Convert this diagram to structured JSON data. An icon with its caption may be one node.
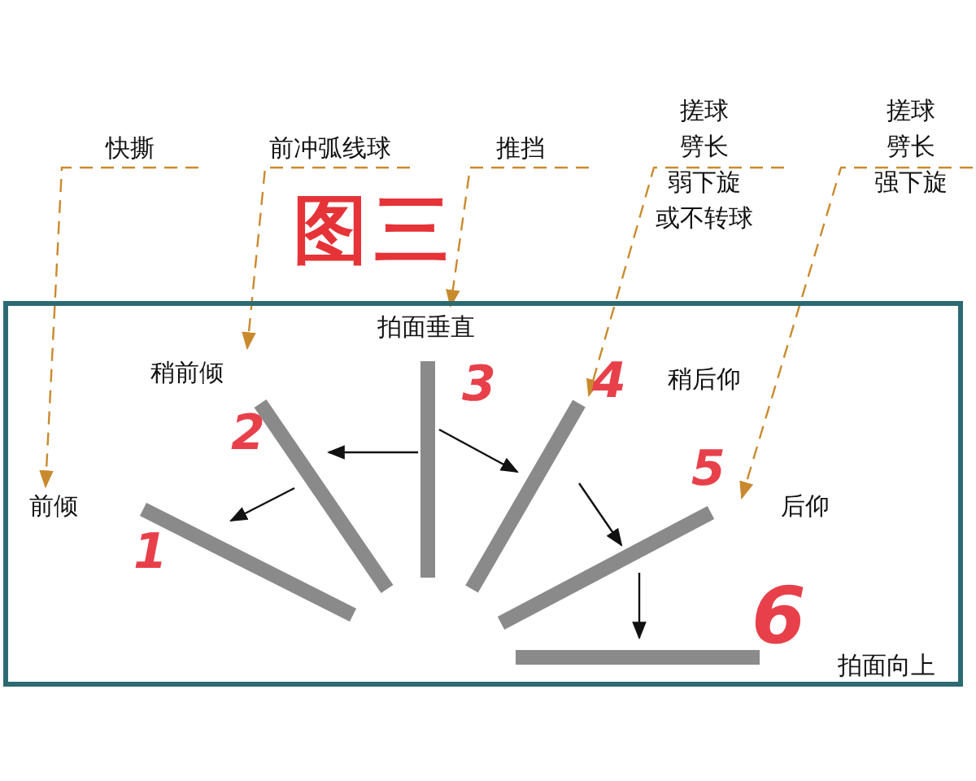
{
  "diagram": {
    "title": "图三",
    "nodes": [
      {
        "text": [
          "快撕"
        ]
      },
      {
        "text": [
          "前冲弧线球"
        ]
      },
      {
        "text": [
          "推挡"
        ]
      },
      {
        "text": [
          "搓球",
          "劈长",
          "弱下旋",
          "或不转球"
        ]
      },
      {
        "text": [
          "搓球",
          "劈长",
          "强下旋"
        ]
      },
      {
        "text": [],
        "shape": "box"
      },
      {
        "text": [
          "拍面垂直"
        ],
        "in": 5
      },
      {
        "text": [
          "稍前倾"
        ],
        "in": 5
      },
      {
        "text": [
          "稍后仰"
        ],
        "in": 5
      },
      {
        "text": [
          "前倾"
        ],
        "in": 5
      },
      {
        "text": [
          "后仰"
        ],
        "in": 5
      },
      {
        "text": [
          "拍面向上"
        ],
        "in": 5
      },
      {
        "text": [],
        "shape": "bar",
        "in": 5
      },
      {
        "text": [],
        "shape": "bar",
        "in": 5
      },
      {
        "text": [],
        "shape": "bar",
        "in": 5
      },
      {
        "text": [],
        "shape": "bar",
        "in": 5
      },
      {
        "text": [],
        "shape": "bar",
        "in": 5
      },
      {
        "text": [],
        "shape": "bar",
        "in": 5
      }
    ],
    "edges": [
      {
        "from": 0,
        "to": 9,
        "arrow": "to",
        "style": "dashed",
        "color": "#c98a2e"
      },
      {
        "from": 1,
        "to": 7,
        "arrow": "to",
        "style": "dashed",
        "color": "#c98a2e"
      },
      {
        "from": 2,
        "to": 6,
        "arrow": "to",
        "style": "dashed",
        "color": "#c98a2e"
      },
      {
        "from": 3,
        "to": 15,
        "arrow": "to",
        "style": "dashed",
        "color": "#c98a2e"
      },
      {
        "from": 4,
        "to": 10,
        "arrow": "to",
        "style": "dashed",
        "color": "#c98a2e"
      },
      {
        "from": 14,
        "to": 13,
        "arrow": "to",
        "color": "#111111"
      },
      {
        "from": 13,
        "to": 12,
        "arrow": "to",
        "color": "#111111"
      },
      {
        "from": 14,
        "to": 15,
        "arrow": "to",
        "color": "#111111"
      },
      {
        "from": 15,
        "to": 16,
        "arrow": "to",
        "color": "#111111"
      },
      {
        "from": 16,
        "to": 17,
        "arrow": "to",
        "color": "#111111"
      }
    ],
    "labels": [
      "1",
      "2",
      "3",
      "4",
      "5",
      "6"
    ]
  }
}
